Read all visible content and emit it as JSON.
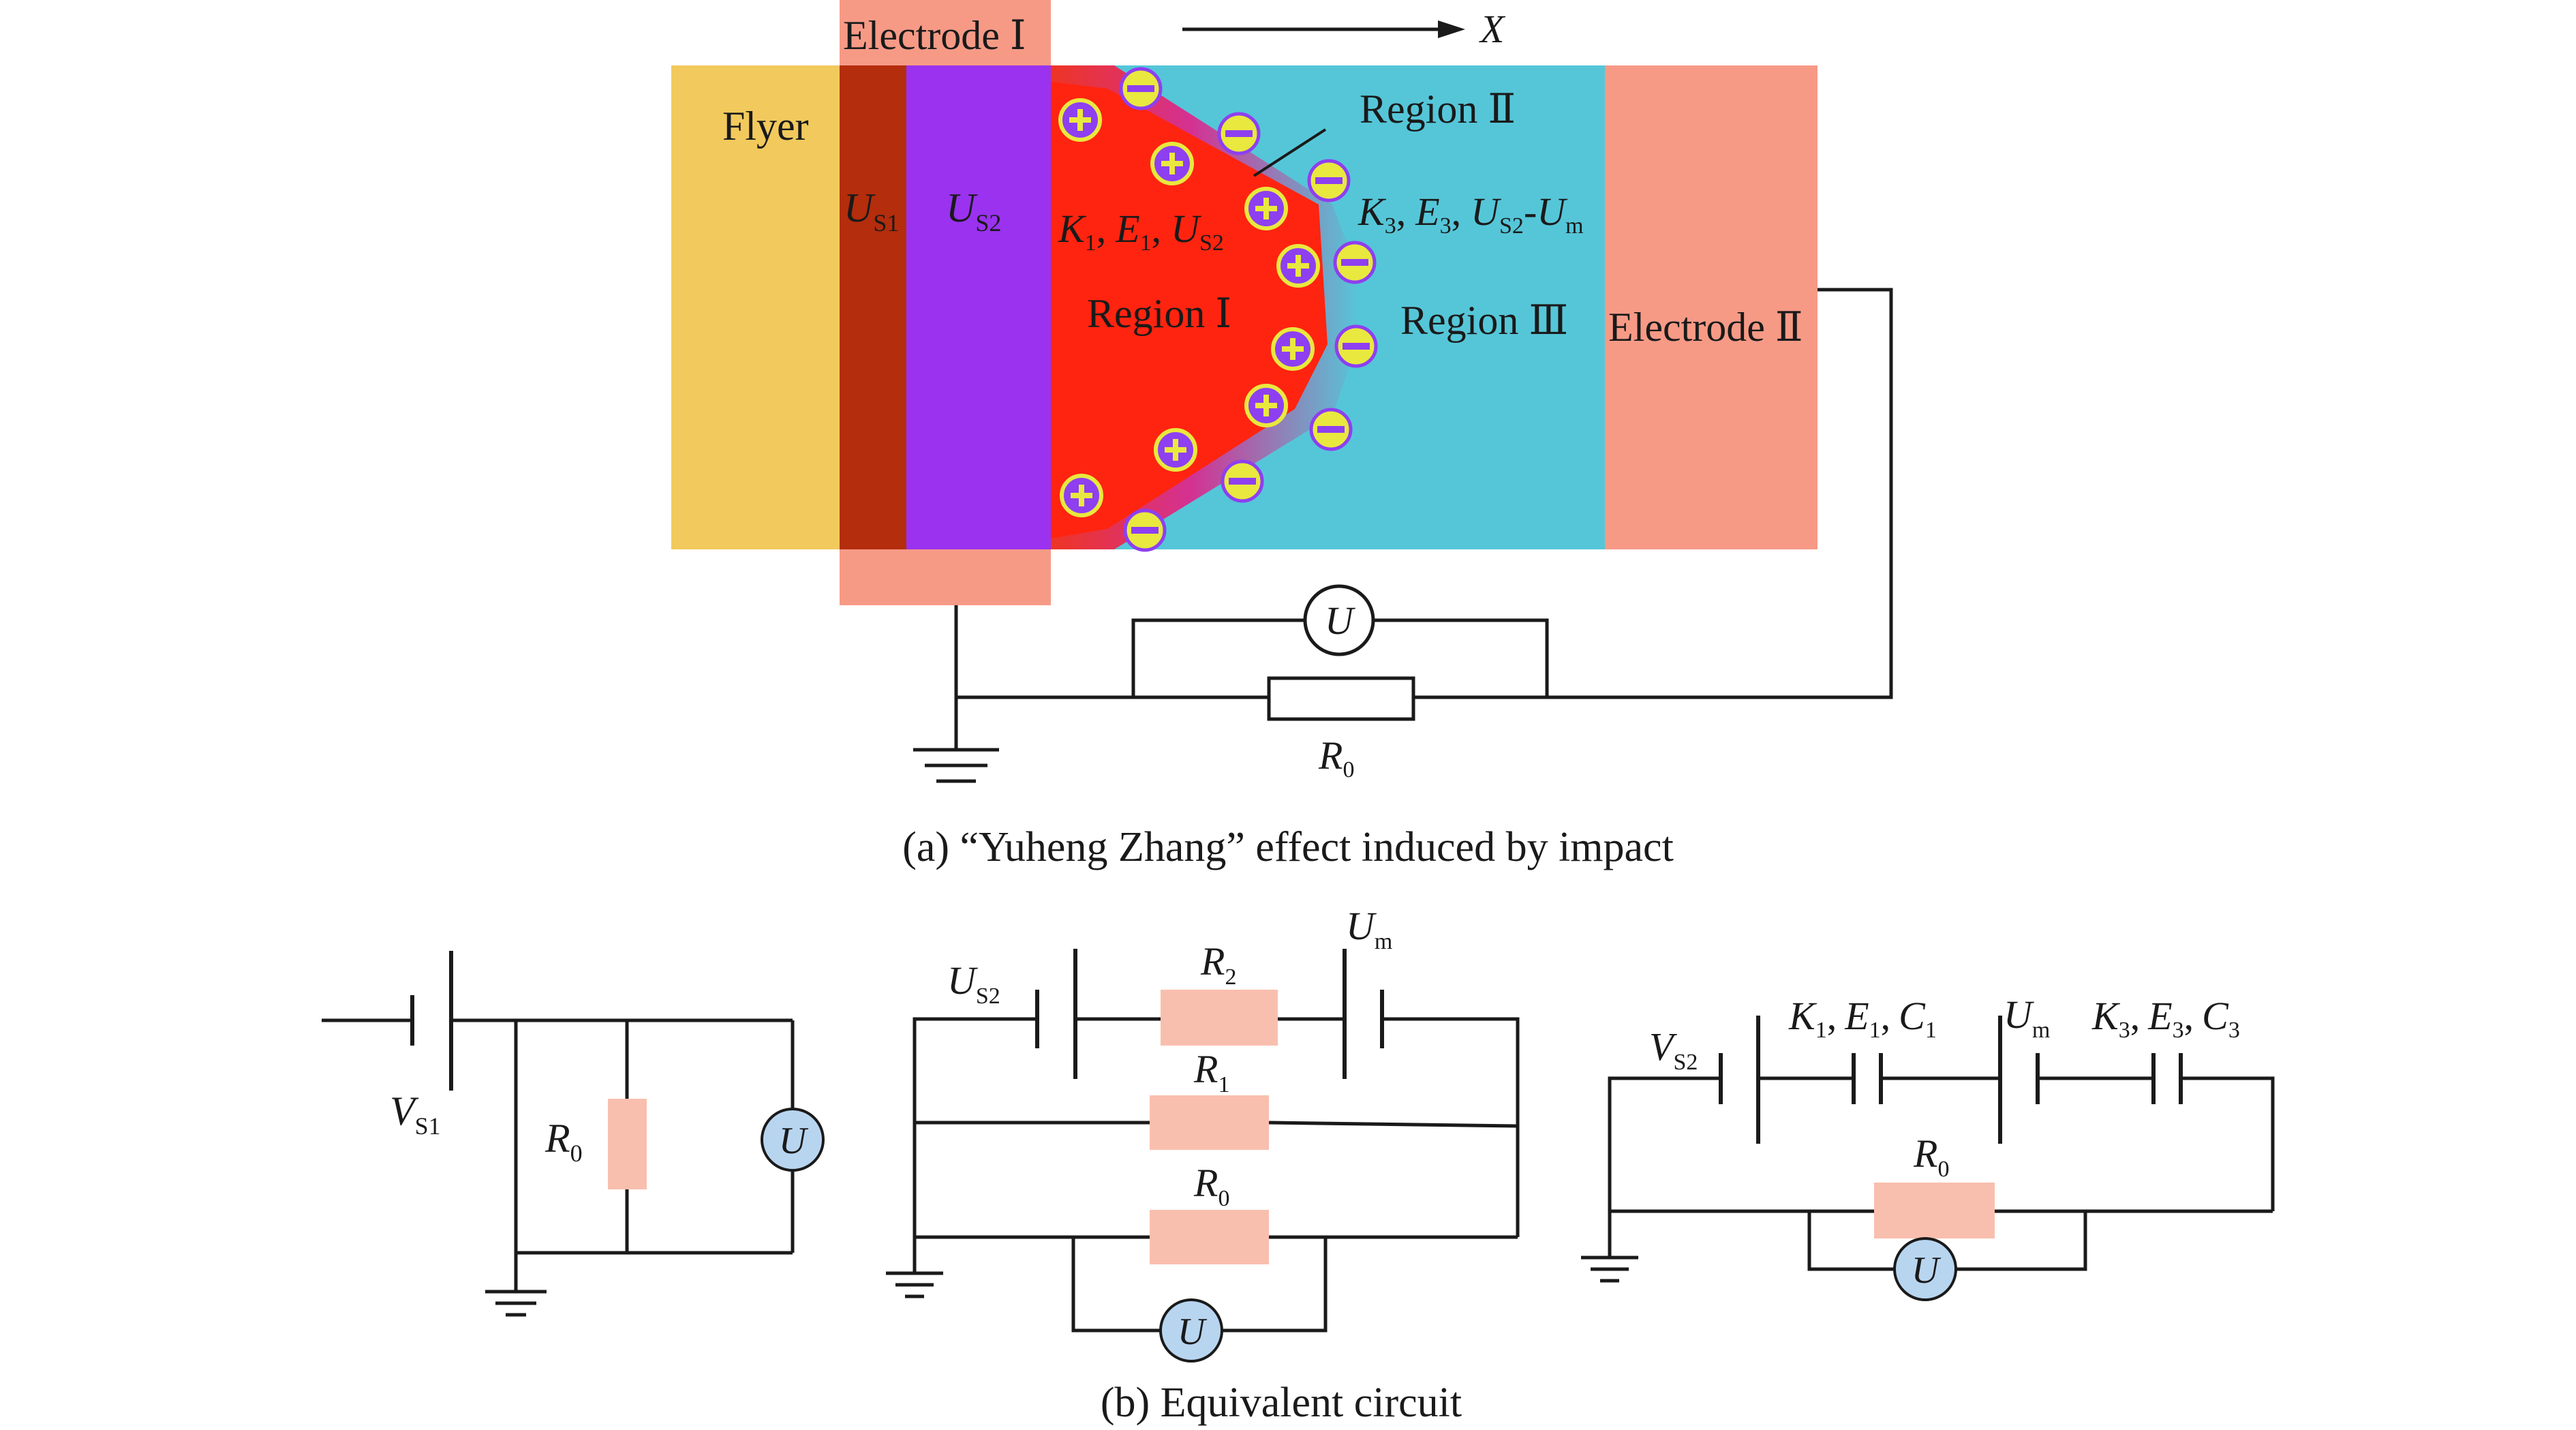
{
  "panel_a": {
    "labels": {
      "flyer": "Flyer",
      "electrode1": "Electrode Ⅰ",
      "electrode2": "Electrode Ⅱ",
      "axis_x": "X",
      "region1": "Region Ⅰ",
      "region2": "Region Ⅱ",
      "region3": "Region Ⅲ",
      "us1_main": "U",
      "us1_sub": "S1",
      "us2_main": "U",
      "us2_sub": "S2",
      "k1": "K",
      "k1_sub": "1",
      "e1": "E",
      "e1_sub": "1",
      "us2b": "U",
      "us2b_sub": "S2",
      "k3": "K",
      "k3_sub": "3",
      "e3": "E",
      "e3_sub": "3",
      "us2c": "U",
      "us2c_sub": "S2",
      "um": "U",
      "um_sub": "m",
      "sep": ",",
      "dash": "-",
      "meter": "U",
      "r0": "R",
      "r0_sub": "0"
    },
    "caption": "(a) “Yuheng Zhang” effect induced by impact"
  },
  "panel_b": {
    "caption": "(b) Equivalent circuit",
    "circuit1": {
      "vs1": "V",
      "vs1_sub": "S1",
      "r0": "R",
      "r0_sub": "0",
      "meter": "U"
    },
    "circuit2": {
      "us2": "U",
      "us2_sub": "S2",
      "um": "U",
      "um_sub": "m",
      "r2": "R",
      "r2_sub": "2",
      "r1": "R",
      "r1_sub": "1",
      "r0": "R",
      "r0_sub": "0",
      "meter": "U"
    },
    "circuit3": {
      "vs2": "V",
      "vs2_sub": "S2",
      "k1": "K",
      "k1_sub": "1",
      "e1": "E",
      "e1_sub": "1",
      "c1": "C",
      "c1_sub": "1",
      "um": "U",
      "um_sub": "m",
      "k3": "K",
      "k3_sub": "3",
      "e3": "E",
      "e3_sub": "3",
      "c3": "C",
      "c3_sub": "3",
      "r0": "R",
      "r0_sub": "0",
      "meter": "U",
      "sep": ","
    }
  },
  "colors": {
    "flyer": "#f2c95c",
    "electrode": "#f69a86",
    "electrode_dark": "#b42d0c",
    "us2_layer": "#9a32f0",
    "region1": "#ff2410",
    "region3": "#55c6d8",
    "resistor": "#f9bfae",
    "meter_fill": "#b8d5f0",
    "positive_charge": "#8e3ff0",
    "negative_charge": "#e9e83e"
  }
}
